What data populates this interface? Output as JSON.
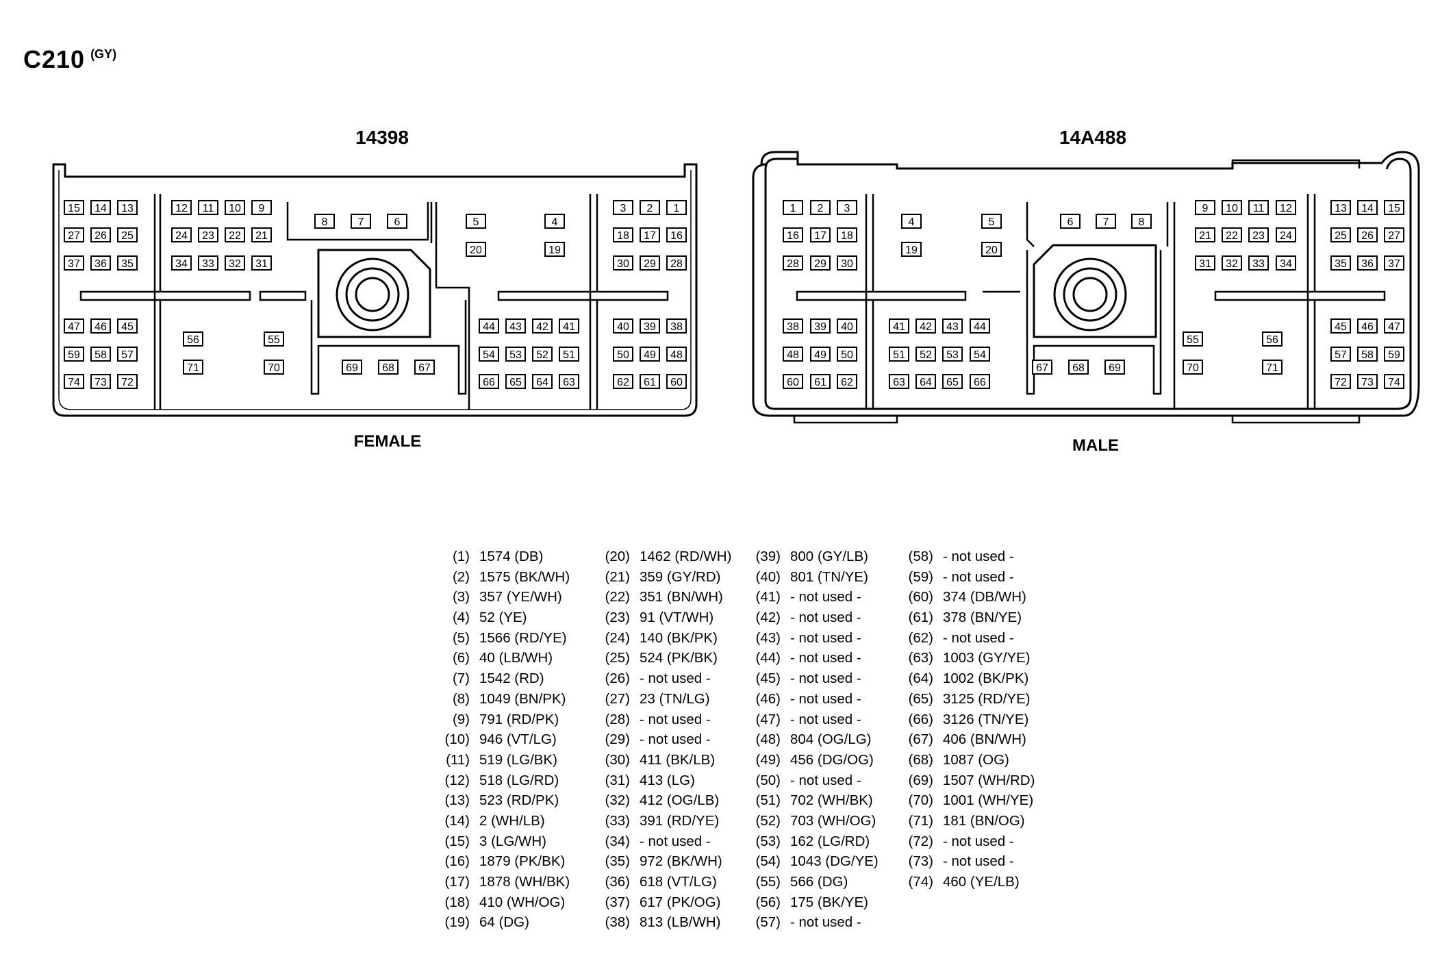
{
  "header": {
    "connector_id": "C210",
    "color_code": "(GY)"
  },
  "connectors": [
    {
      "part_number": "14398",
      "gender": "FEMALE"
    },
    {
      "part_number": "14A488",
      "gender": "MALE"
    }
  ],
  "female_pins": {
    "row1": [
      "15",
      "14",
      "13",
      "12",
      "11",
      "10",
      "9",
      "3",
      "2",
      "1"
    ],
    "row2": [
      "27",
      "26",
      "25",
      "24",
      "23",
      "22",
      "21",
      "18",
      "17",
      "16"
    ],
    "row3": [
      "37",
      "36",
      "35",
      "34",
      "33",
      "32",
      "31",
      "30",
      "29",
      "28"
    ],
    "row4": [
      "47",
      "46",
      "45",
      "44",
      "43",
      "42",
      "41",
      "40",
      "39",
      "38"
    ],
    "row5": [
      "59",
      "58",
      "57",
      "54",
      "53",
      "52",
      "51",
      "50",
      "49",
      "48"
    ],
    "row6": [
      "74",
      "73",
      "72",
      "66",
      "65",
      "64",
      "63",
      "62",
      "61",
      "60"
    ],
    "top_center": [
      "8",
      "7",
      "6",
      "5",
      "4",
      "20",
      "19"
    ],
    "bottom_center": [
      "56",
      "55",
      "71",
      "70",
      "69",
      "68",
      "67"
    ]
  },
  "male_pins": {
    "row1": [
      "1",
      "2",
      "3",
      "9",
      "10",
      "11",
      "12",
      "13",
      "14",
      "15"
    ],
    "row2": [
      "16",
      "17",
      "18",
      "21",
      "22",
      "23",
      "24",
      "25",
      "26",
      "27"
    ],
    "row3": [
      "28",
      "29",
      "30",
      "31",
      "32",
      "33",
      "34",
      "35",
      "36",
      "37"
    ],
    "row4": [
      "38",
      "39",
      "40",
      "41",
      "42",
      "43",
      "44",
      "45",
      "46",
      "47"
    ],
    "row5": [
      "48",
      "49",
      "50",
      "51",
      "52",
      "53",
      "54",
      "57",
      "58",
      "59"
    ],
    "row6": [
      "60",
      "61",
      "62",
      "63",
      "64",
      "65",
      "66",
      "72",
      "73",
      "74"
    ],
    "top_center": [
      "4",
      "5",
      "6",
      "7",
      "8",
      "19",
      "20"
    ],
    "bottom_center": [
      "67",
      "68",
      "69",
      "55",
      "56",
      "70",
      "71"
    ]
  },
  "pinout": [
    [
      [
        "(1)",
        "1574 (DB)"
      ],
      [
        "(2)",
        "1575 (BK/WH)"
      ],
      [
        "(3)",
        "357 (YE/WH)"
      ],
      [
        "(4)",
        "52 (YE)"
      ],
      [
        "(5)",
        "1566 (RD/YE)"
      ],
      [
        "(6)",
        "40 (LB/WH)"
      ],
      [
        "(7)",
        "1542 (RD)"
      ],
      [
        "(8)",
        "1049 (BN/PK)"
      ],
      [
        "(9)",
        "791 (RD/PK)"
      ],
      [
        "(10)",
        "946 (VT/LG)"
      ],
      [
        "(11)",
        "519 (LG/BK)"
      ],
      [
        "(12)",
        "518 (LG/RD)"
      ],
      [
        "(13)",
        "523 (RD/PK)"
      ],
      [
        "(14)",
        "2 (WH/LB)"
      ],
      [
        "(15)",
        "3 (LG/WH)"
      ],
      [
        "(16)",
        "1879 (PK/BK)"
      ],
      [
        "(17)",
        "1878 (WH/BK)"
      ],
      [
        "(18)",
        "410 (WH/OG)"
      ],
      [
        "(19)",
        "64 (DG)"
      ]
    ],
    [
      [
        "(20)",
        "1462 (RD/WH)"
      ],
      [
        "(21)",
        "359 (GY/RD)"
      ],
      [
        "(22)",
        "351 (BN/WH)"
      ],
      [
        "(23)",
        "91 (VT/WH)"
      ],
      [
        "(24)",
        "140 (BK/PK)"
      ],
      [
        "(25)",
        "524 (PK/BK)"
      ],
      [
        "(26)",
        "- not used -"
      ],
      [
        "(27)",
        "23 (TN/LG)"
      ],
      [
        "(28)",
        "- not used -"
      ],
      [
        "(29)",
        "- not used -"
      ],
      [
        "(30)",
        "411 (BK/LB)"
      ],
      [
        "(31)",
        "413 (LG)"
      ],
      [
        "(32)",
        "412 (OG/LB)"
      ],
      [
        "(33)",
        "391 (RD/YE)"
      ],
      [
        "(34)",
        "- not used -"
      ],
      [
        "(35)",
        "972 (BK/WH)"
      ],
      [
        "(36)",
        "618 (VT/LG)"
      ],
      [
        "(37)",
        "617 (PK/OG)"
      ],
      [
        "(38)",
        "813 (LB/WH)"
      ]
    ],
    [
      [
        "(39)",
        "800 (GY/LB)"
      ],
      [
        "(40)",
        "801 (TN/YE)"
      ],
      [
        "(41)",
        "- not used -"
      ],
      [
        "(42)",
        "- not used -"
      ],
      [
        "(43)",
        "- not used -"
      ],
      [
        "(44)",
        "- not used -"
      ],
      [
        "(45)",
        "- not used -"
      ],
      [
        "(46)",
        "- not used -"
      ],
      [
        "(47)",
        "- not used -"
      ],
      [
        "(48)",
        "804 (OG/LG)"
      ],
      [
        "(49)",
        "456 (DG/OG)"
      ],
      [
        "(50)",
        "- not used -"
      ],
      [
        "(51)",
        "702 (WH/BK)"
      ],
      [
        "(52)",
        "703 (WH/OG)"
      ],
      [
        "(53)",
        "162 (LG/RD)"
      ],
      [
        "(54)",
        "1043 (DG/YE)"
      ],
      [
        "(55)",
        "566 (DG)"
      ],
      [
        "(56)",
        "175 (BK/YE)"
      ],
      [
        "(57)",
        "- not used -"
      ]
    ],
    [
      [
        "(58)",
        "- not used -"
      ],
      [
        "(59)",
        "- not used -"
      ],
      [
        "(60)",
        "374 (DB/WH)"
      ],
      [
        "(61)",
        "378 (BN/YE)"
      ],
      [
        "(62)",
        "- not used -"
      ],
      [
        "(63)",
        "1003 (GY/YE)"
      ],
      [
        "(64)",
        "1002 (BK/PK)"
      ],
      [
        "(65)",
        "3125 (RD/YE)"
      ],
      [
        "(66)",
        "3126 (TN/YE)"
      ],
      [
        "(67)",
        "406 (BN/WH)"
      ],
      [
        "(68)",
        "1087 (OG)"
      ],
      [
        "(69)",
        "1507 (WH/RD)"
      ],
      [
        "(70)",
        "1001 (WH/YE)"
      ],
      [
        "(71)",
        "181 (BN/OG)"
      ],
      [
        "(72)",
        "- not used -"
      ],
      [
        "(73)",
        "- not used -"
      ],
      [
        "(74)",
        "460 (YE/LB)"
      ]
    ]
  ]
}
